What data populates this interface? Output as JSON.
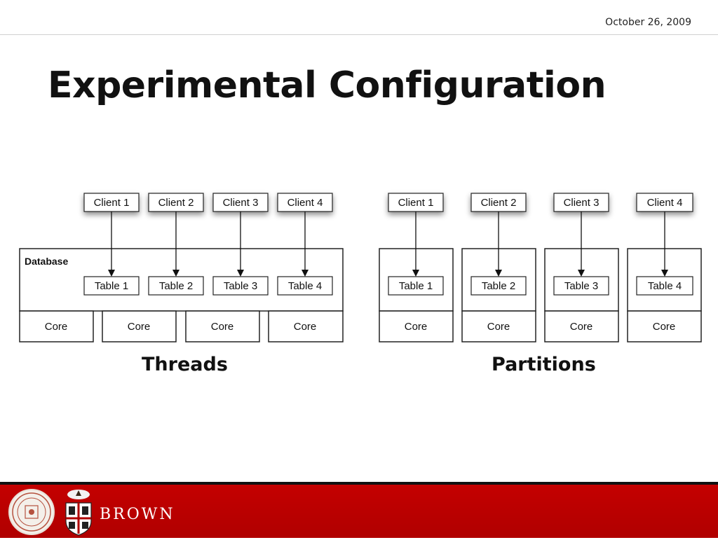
{
  "header": {
    "date": "October 26, 2009"
  },
  "slide": {
    "title": "Experimental Configuration"
  },
  "threads": {
    "caption": "Threads",
    "db_label": "Database",
    "clients": [
      "Client 1",
      "Client 2",
      "Client 3",
      "Client 4"
    ],
    "tables": [
      "Table 1",
      "Table 2",
      "Table 3",
      "Table 4"
    ],
    "cores": [
      "Core",
      "Core",
      "Core",
      "Core"
    ]
  },
  "partitions": {
    "caption": "Partitions",
    "clients": [
      "Client 1",
      "Client 2",
      "Client 3",
      "Client 4"
    ],
    "tables": [
      "Table 1",
      "Table 2",
      "Table 3",
      "Table 4"
    ],
    "cores": [
      "Core",
      "Core",
      "Core",
      "Core"
    ]
  },
  "footer": {
    "brand": "BROWN"
  }
}
